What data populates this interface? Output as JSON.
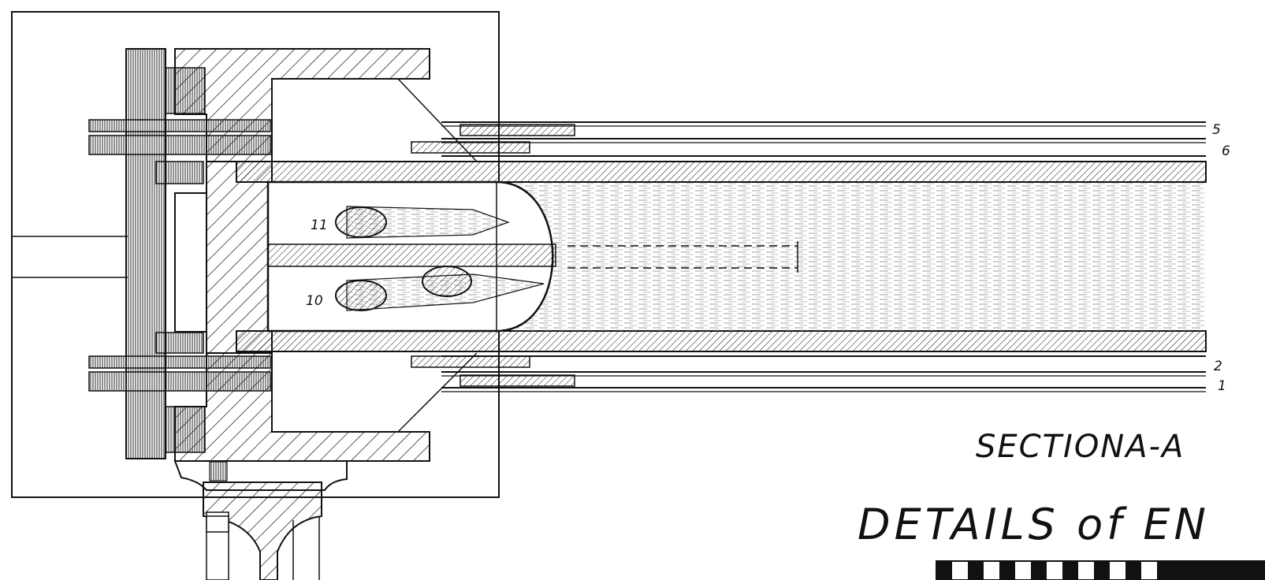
{
  "drawing": {
    "part_labels": {
      "p11": "11",
      "p10": "10",
      "p5": "5",
      "p6": "6",
      "p2": "2",
      "p1": "1"
    },
    "section_caption": "SECTIONA-A",
    "title_text": "DETAILS of EN"
  }
}
